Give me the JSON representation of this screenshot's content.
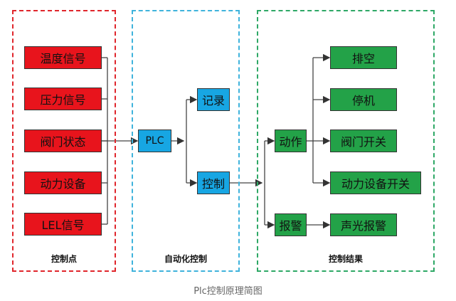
{
  "panels": {
    "control_points": "控制点",
    "automation": "自动化控制",
    "results": "控制结果"
  },
  "inputs": [
    "温度信号",
    "压力信号",
    "阀门状态",
    "动力设备",
    "LEL信号"
  ],
  "plc": "PLC",
  "record": "记录",
  "control": "控制",
  "action": "动作",
  "alarm": "报警",
  "outputs": [
    "排空",
    "停机",
    "阀门开关",
    "动力设备开关"
  ],
  "alarm_output": "声光报警",
  "caption": "Plc控制原理简图",
  "colors": {
    "red": "#e8141c",
    "blue": "#17a6e3",
    "green": "#23a248",
    "red_border": "#e0262c",
    "blue_border": "#3fb3dc",
    "green_border": "#2ea866"
  }
}
